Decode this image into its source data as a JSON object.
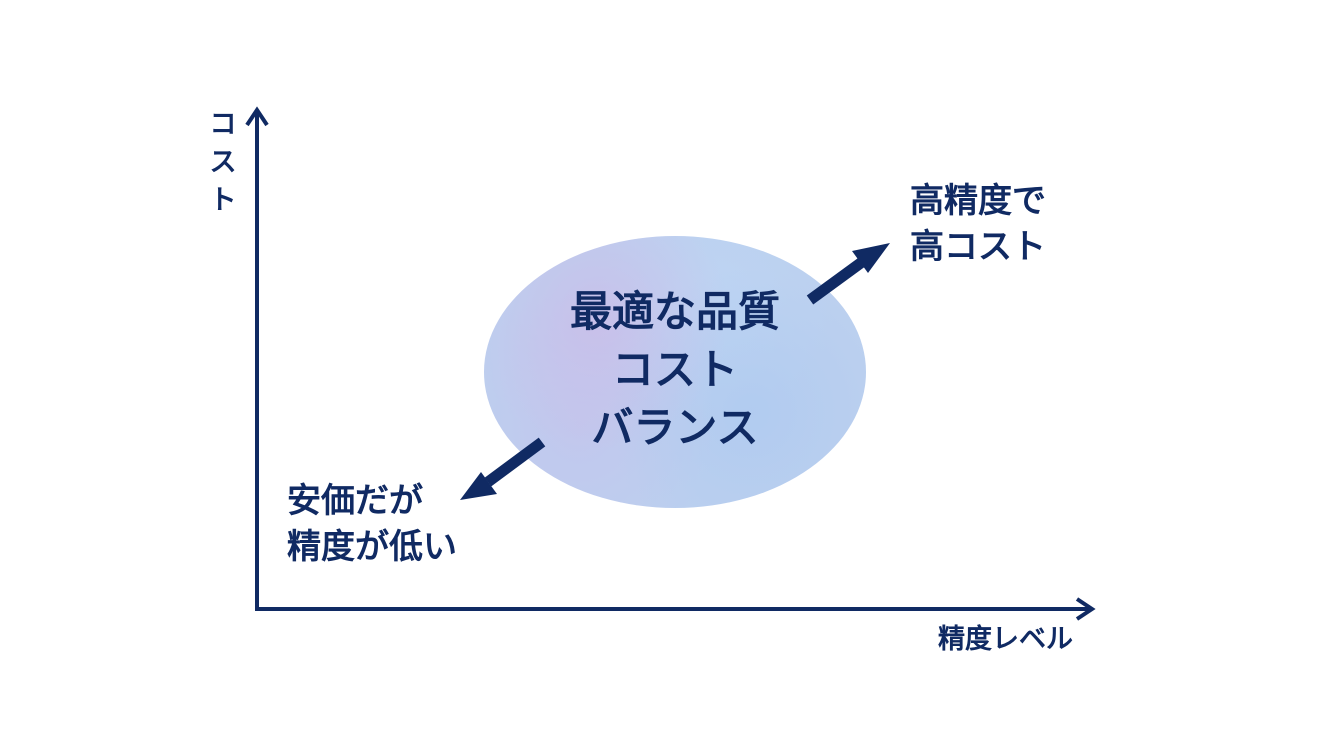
{
  "diagram": {
    "y_axis": {
      "label_chars": [
        "コ",
        "ス",
        "ト"
      ],
      "label": "コスト"
    },
    "x_axis": {
      "label": "精度レベル"
    },
    "center": {
      "lines": [
        "最適な品質",
        "コスト",
        "バランス"
      ]
    },
    "top_right": {
      "lines": [
        "高精度で",
        "高コスト"
      ]
    },
    "bottom_left": {
      "lines": [
        "安価だが",
        "精度が低い"
      ]
    },
    "colors": {
      "primary": "#102a63",
      "ellipse": "#bcd0ef",
      "background": "#ffffff"
    }
  }
}
